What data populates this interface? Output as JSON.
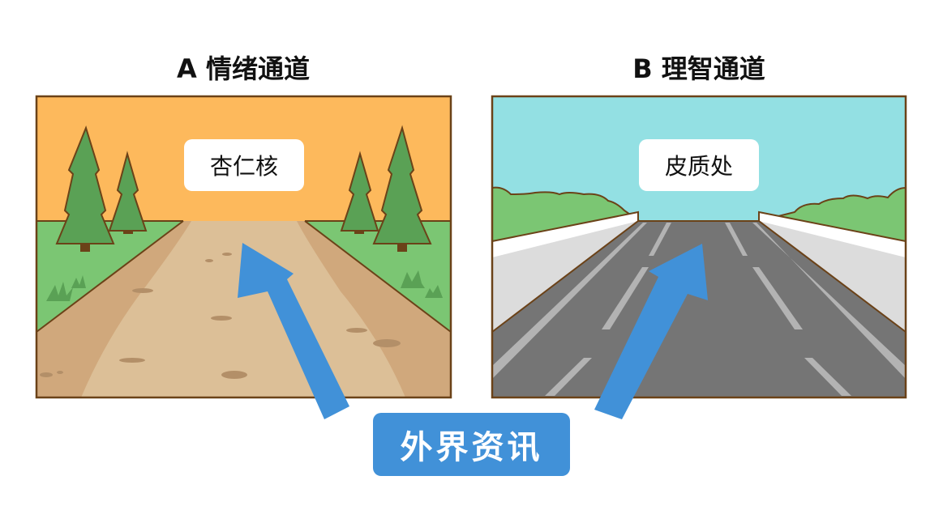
{
  "panels": [
    {
      "title": "A 情绪通道",
      "label": "杏仁核",
      "sky_color": "#fdb95c",
      "scene": "dirt-path-with-trees"
    },
    {
      "title": "B 理智通道",
      "label": "皮质处",
      "sky_color": "#93e0e3",
      "scene": "highway"
    }
  ],
  "input_label": "外界资讯",
  "colors": {
    "arrow": "#4191d8",
    "outline": "#6b4218",
    "grass": "#7bc673",
    "tree": "#5aa155",
    "road": "#757575",
    "dirt": "#dcbf97",
    "dirt_edge": "#d0a87c"
  }
}
